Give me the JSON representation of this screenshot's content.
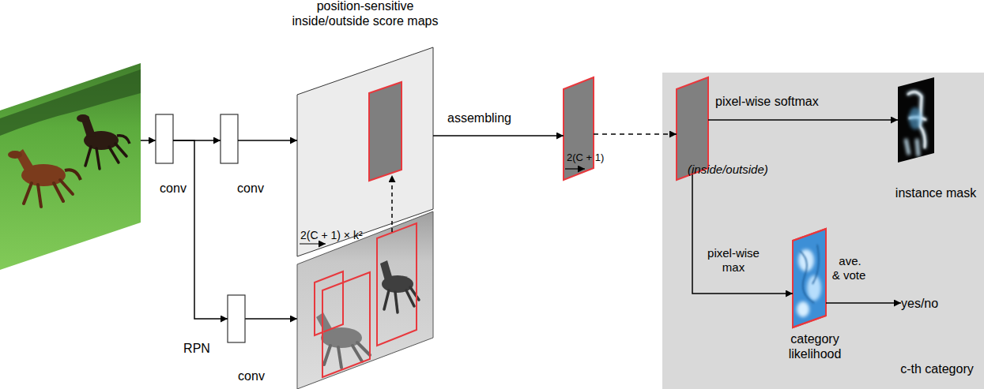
{
  "diagram": {
    "nodes": [
      {
        "text": [
          "conv"
        ]
      },
      {
        "text": [
          "conv"
        ]
      },
      {
        "text": [
          "conv"
        ]
      },
      {
        "text": [
          "position-sensitive inside/outside score maps",
          "2(C + 1) × k²"
        ]
      },
      {
        "text": [
          "2(C + 1)"
        ]
      },
      {
        "text": [
          "c-th category"
        ]
      },
      {
        "text": [
          "(inside/outside)"
        ],
        "in": 5
      },
      {
        "text": [
          "instance mask"
        ],
        "in": 5
      },
      {
        "text": [
          "category likelihood"
        ],
        "in": 5
      },
      {
        "text": [
          "yes/no"
        ],
        "in": 5
      }
    ],
    "edges": [
      {
        "from": 0,
        "to": 1,
        "arrow": "to"
      },
      {
        "from": 0,
        "to": 2,
        "arrow": "to"
      },
      {
        "from": 1,
        "to": 3,
        "arrow": "to"
      },
      {
        "from": 3,
        "to": 4,
        "label": "assembling",
        "arrow": "to"
      },
      {
        "from": 4,
        "to": 6,
        "arrow": "to"
      },
      {
        "from": 6,
        "to": 7,
        "label": "pixel-wise softmax",
        "arrow": "to"
      },
      {
        "from": 6,
        "to": 8,
        "label": "pixel-wise max",
        "arrow": "to"
      },
      {
        "from": 8,
        "to": 9,
        "label": "ave. & vote",
        "arrow": "to"
      }
    ],
    "labels": [
      "RPN"
    ]
  }
}
